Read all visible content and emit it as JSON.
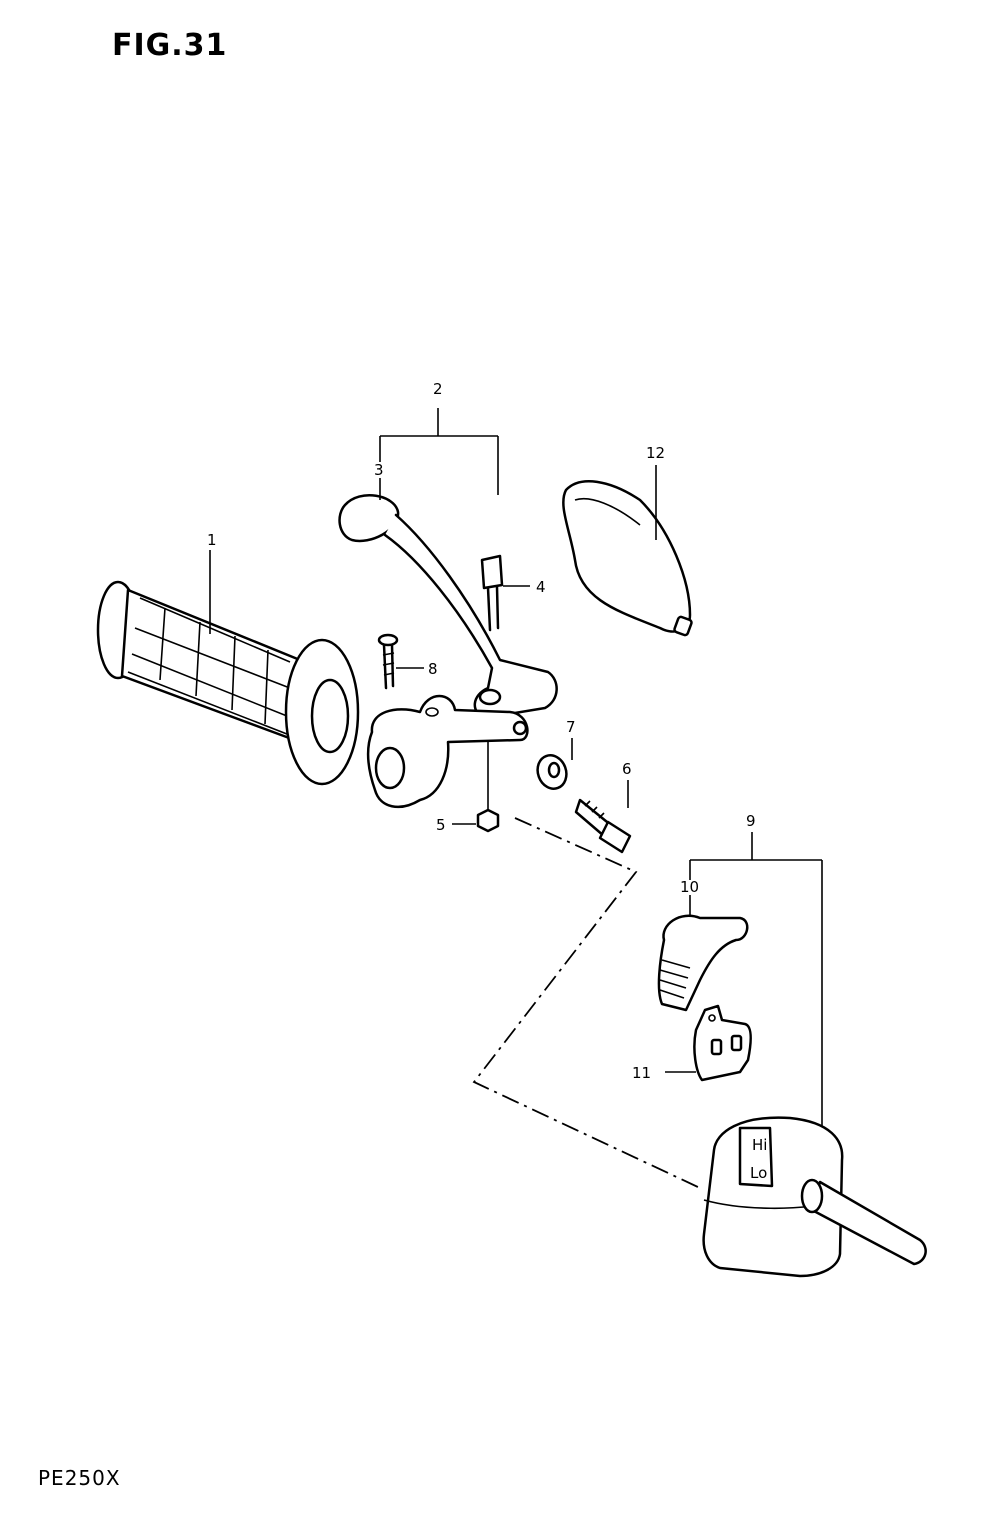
{
  "figure": {
    "title": "FIG.31",
    "model": "PE250X"
  },
  "callouts": {
    "c1": "1",
    "c2": "2",
    "c3": "3",
    "c4": "4",
    "c5": "5",
    "c6": "6",
    "c7": "7",
    "c8": "8",
    "c9": "9",
    "c10": "10",
    "c11": "11",
    "c12": "12"
  },
  "switch_labels": {
    "hi": "Hi",
    "lo": "Lo"
  },
  "icons": [
    "handlebar-grip",
    "clutch-lever",
    "lever-holder",
    "lever-bolt",
    "nut",
    "adjuster-bolt",
    "washer",
    "screw",
    "switch-assembly",
    "switch-knob",
    "switch-contact-plate",
    "lever-cover"
  ]
}
